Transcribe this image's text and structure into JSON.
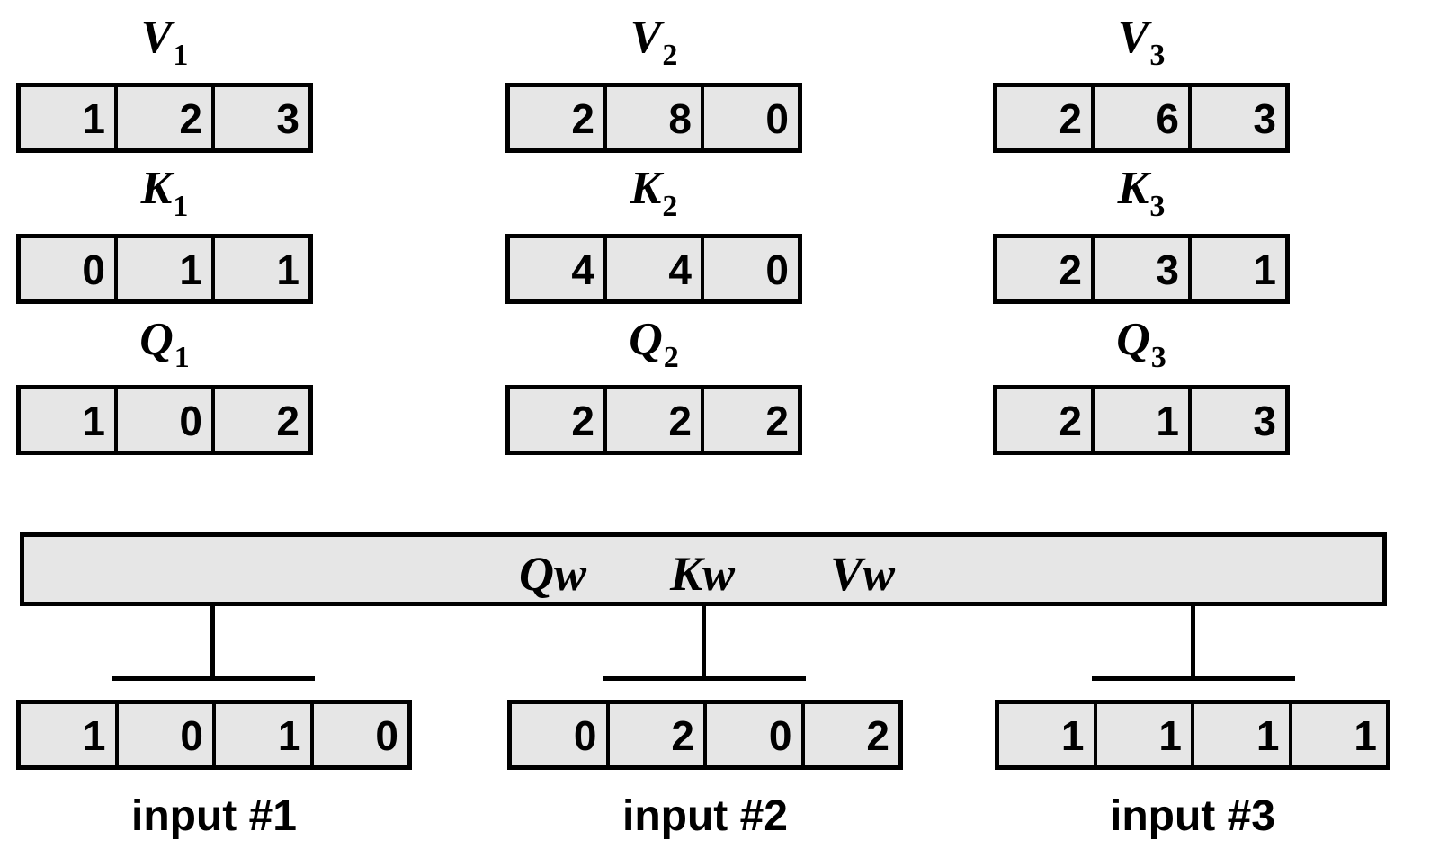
{
  "groups": [
    {
      "v_label": {
        "letter": "V",
        "sub": "1"
      },
      "v_values": [
        "1",
        "2",
        "3"
      ],
      "k_label": {
        "letter": "K",
        "sub": "1"
      },
      "k_values": [
        "0",
        "1",
        "1"
      ],
      "q_label": {
        "letter": "Q",
        "sub": "1"
      },
      "q_values": [
        "1",
        "0",
        "2"
      ]
    },
    {
      "v_label": {
        "letter": "V",
        "sub": "2"
      },
      "v_values": [
        "2",
        "8",
        "0"
      ],
      "k_label": {
        "letter": "K",
        "sub": "2"
      },
      "k_values": [
        "4",
        "4",
        "0"
      ],
      "q_label": {
        "letter": "Q",
        "sub": "2"
      },
      "q_values": [
        "2",
        "2",
        "2"
      ]
    },
    {
      "v_label": {
        "letter": "V",
        "sub": "3"
      },
      "v_values": [
        "2",
        "6",
        "3"
      ],
      "k_label": {
        "letter": "K",
        "sub": "3"
      },
      "k_values": [
        "2",
        "3",
        "1"
      ],
      "q_label": {
        "letter": "Q",
        "sub": "3"
      },
      "q_values": [
        "2",
        "1",
        "3"
      ]
    }
  ],
  "weights": {
    "q": {
      "letter": "Q",
      "sub": "w"
    },
    "k": {
      "letter": "K",
      "sub": "w"
    },
    "v": {
      "letter": "V",
      "sub": "w"
    }
  },
  "inputs": [
    {
      "label": "input #1",
      "values": [
        "1",
        "0",
        "1",
        "0"
      ]
    },
    {
      "label": "input #2",
      "values": [
        "0",
        "2",
        "0",
        "2"
      ]
    },
    {
      "label": "input #3",
      "values": [
        "1",
        "1",
        "1",
        "1"
      ]
    }
  ],
  "colors": {
    "box_fill": "#e6e6e6",
    "stroke": "#000000"
  }
}
